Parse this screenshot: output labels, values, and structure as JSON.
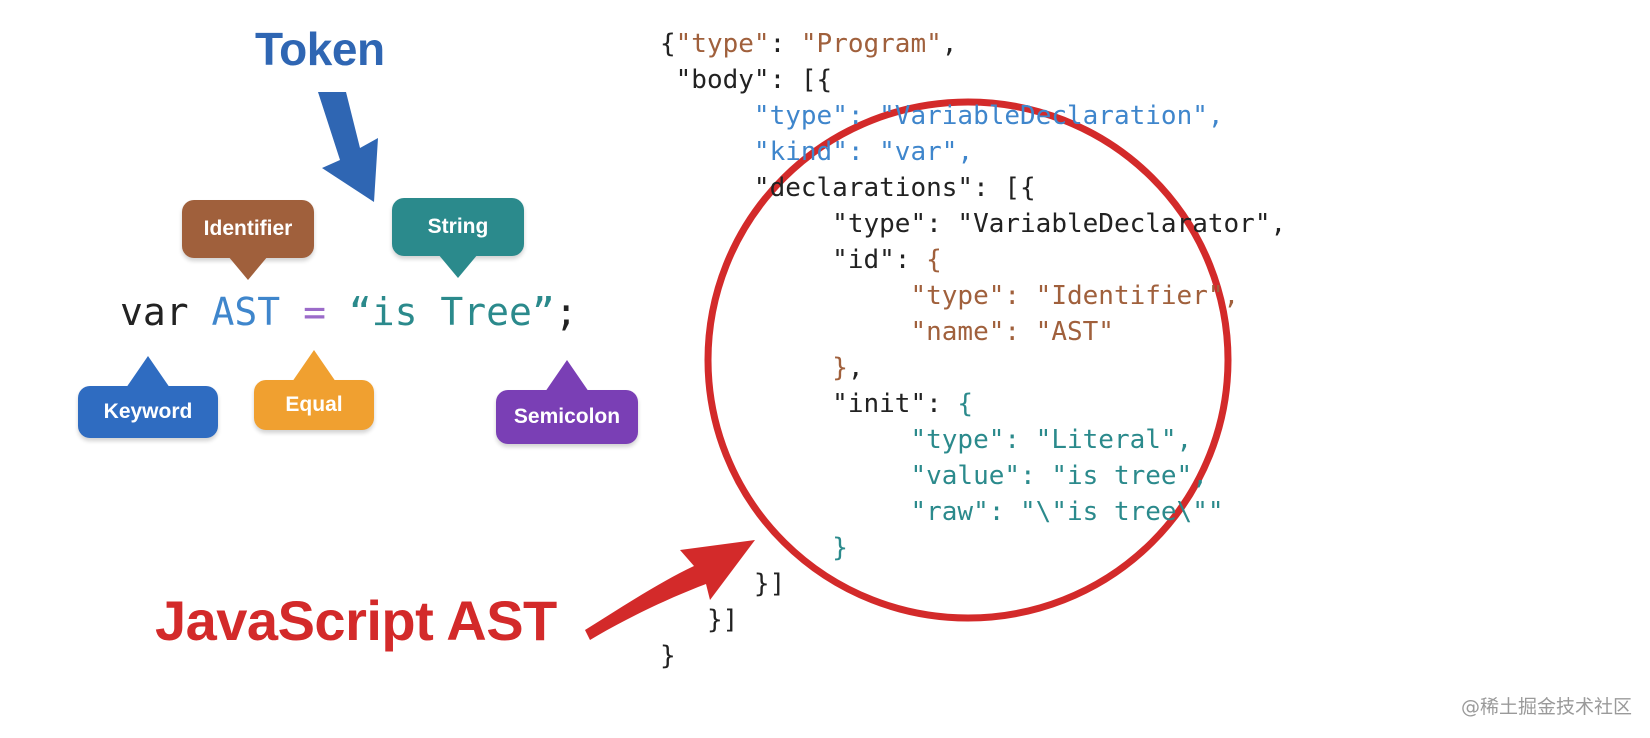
{
  "colors": {
    "token_blue": "#2f66b3",
    "ast_red": "#d32a2a",
    "identifier": "#a0603c",
    "string": "#2b8a8c",
    "keyword": "#2f6cc1",
    "equal": "#f0a030",
    "semicolon": "#7a3fb5",
    "code_brown": "#a0603c",
    "code_teal": "#2b8a8c",
    "code_blue": "#3f86cc"
  },
  "token_title": "Token",
  "ast_title": "JavaScript AST",
  "watermark": "@稀土掘金技术社区",
  "bubbles": {
    "identifier": "Identifier",
    "string": "String",
    "keyword": "Keyword",
    "equal": "Equal",
    "semicolon": "Semicolon"
  },
  "source": {
    "keyword": "var",
    "identifier": "AST",
    "equal": "=",
    "string": "“is Tree”",
    "semicolon": ";"
  },
  "code_lines": [
    [
      {
        "t": "{",
        "c": "plain"
      },
      {
        "t": "\"type\"",
        "c": "brown"
      },
      {
        "t": ": ",
        "c": "plain"
      },
      {
        "t": "\"Program\"",
        "c": "brown"
      },
      {
        "t": ",",
        "c": "plain"
      }
    ],
    [
      {
        "t": " \"body\": [{",
        "c": "plain"
      }
    ],
    [
      {
        "t": "      ",
        "c": "plain"
      },
      {
        "t": "\"type\"",
        "c": "blue"
      },
      {
        "t": ": ",
        "c": "blue"
      },
      {
        "t": "\"VariableDeclaration\"",
        "c": "blue"
      },
      {
        "t": ",",
        "c": "blue"
      }
    ],
    [
      {
        "t": "      ",
        "c": "plain"
      },
      {
        "t": "\"kind\"",
        "c": "blue"
      },
      {
        "t": ": ",
        "c": "blue"
      },
      {
        "t": "\"var\"",
        "c": "blue"
      },
      {
        "t": ",",
        "c": "blue"
      }
    ],
    [
      {
        "t": "      \"declarations\": [{",
        "c": "plain"
      }
    ],
    [
      {
        "t": "           \"type\": \"VariableDeclarator\",",
        "c": "plain"
      }
    ],
    [
      {
        "t": "           \"id\": ",
        "c": "plain"
      },
      {
        "t": "{",
        "c": "brown"
      }
    ],
    [
      {
        "t": "                ",
        "c": "plain"
      },
      {
        "t": "\"type\": \"Identifier\",",
        "c": "brown"
      }
    ],
    [
      {
        "t": "                ",
        "c": "plain"
      },
      {
        "t": "\"name\": \"AST\"",
        "c": "brown"
      }
    ],
    [
      {
        "t": "           ",
        "c": "plain"
      },
      {
        "t": "}",
        "c": "brown"
      },
      {
        "t": ",",
        "c": "plain"
      }
    ],
    [
      {
        "t": "           \"init\": ",
        "c": "plain"
      },
      {
        "t": "{",
        "c": "teal"
      }
    ],
    [
      {
        "t": "                ",
        "c": "plain"
      },
      {
        "t": "\"type\": \"Literal\",",
        "c": "teal"
      }
    ],
    [
      {
        "t": "                ",
        "c": "plain"
      },
      {
        "t": "\"value\": \"is tree\",",
        "c": "teal"
      }
    ],
    [
      {
        "t": "                ",
        "c": "plain"
      },
      {
        "t": "\"raw\": \"\\\"is tree\\\"\"",
        "c": "teal"
      }
    ],
    [
      {
        "t": "           ",
        "c": "plain"
      },
      {
        "t": "}",
        "c": "teal"
      }
    ],
    [
      {
        "t": "      }]",
        "c": "plain"
      }
    ],
    [
      {
        "t": "   }]",
        "c": "plain"
      }
    ],
    [
      {
        "t": "}",
        "c": "plain"
      }
    ]
  ]
}
